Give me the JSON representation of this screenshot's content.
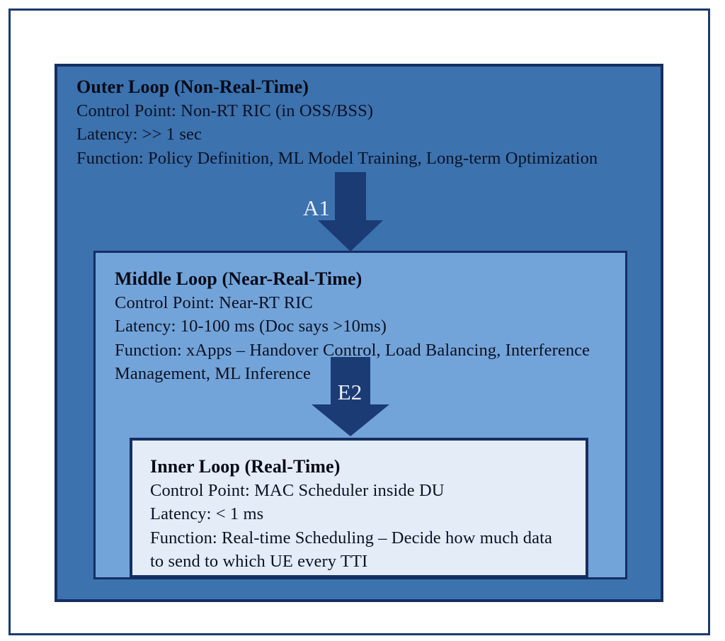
{
  "diagram": {
    "outer_loop": {
      "title": "Outer Loop (Non-Real-Time)",
      "lines": [
        "Control Point: Non-RT RIC (in OSS/BSS)",
        "Latency: >> 1 sec",
        "Function: Policy Definition, ML Model Training, Long-term Optimization"
      ]
    },
    "middle_loop": {
      "title": "Middle Loop (Near-Real-Time)",
      "lines": [
        "Control Point: Near-RT RIC",
        "Latency: 10-100 ms (Doc says >10ms)",
        "Function: xApps – Handover Control, Load Balancing, Interference Management, ML Inference"
      ]
    },
    "inner_loop": {
      "title": "Inner Loop (Real-Time)",
      "lines": [
        "Control Point: MAC Scheduler inside DU",
        "Latency: < 1 ms",
        "Function: Real-time Scheduling – Decide how much data to send to which UE every TTI"
      ]
    },
    "arrows": {
      "a1_label": "A1",
      "e2_label": "E2"
    },
    "colors": {
      "outer_fill": "#3c72ae",
      "middle_fill": "#73a4d9",
      "inner_fill": "#e4ecf7",
      "arrow_fill": "#1b3b74",
      "box_border": "#142f62",
      "frame_border": "#1d3a6c",
      "text": "#0b1224",
      "arrow_label": "#eaeef6"
    }
  }
}
